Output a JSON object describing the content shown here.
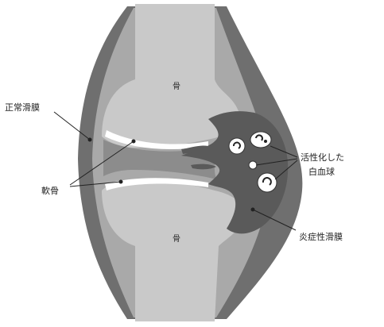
{
  "labels": {
    "bone_upper": "骨",
    "bone_lower": "骨",
    "normal_synovium": "正常滑膜",
    "cartilage": "軟骨",
    "activated_wbc_line1": "活性化した",
    "activated_wbc_line2": "白血球",
    "inflamed_synovium": "炎症性滑膜"
  },
  "colors": {
    "background": "#ffffff",
    "bone": "#c9c9c9",
    "capsule": "#6f6f6f",
    "inflamed_tissue": "#5a5a5a",
    "joint_space": "#8c8c8c",
    "cartilage_highlight": "#ffffff",
    "leader_lines": "#222222",
    "white_blood_cell": "#ffffff"
  }
}
